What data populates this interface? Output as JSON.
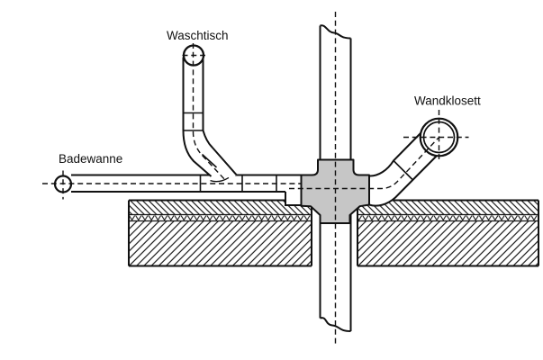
{
  "diagram": {
    "kind": "sanitary-drainage-installation-drawing",
    "labels": {
      "washbasin": "Waschtisch",
      "bathtub": "Badewanne",
      "wall_toilet": "Wandklosett"
    },
    "colors": {
      "line": "#111111",
      "fitting_fill": "#c6c6c6",
      "background": "#ffffff"
    }
  }
}
